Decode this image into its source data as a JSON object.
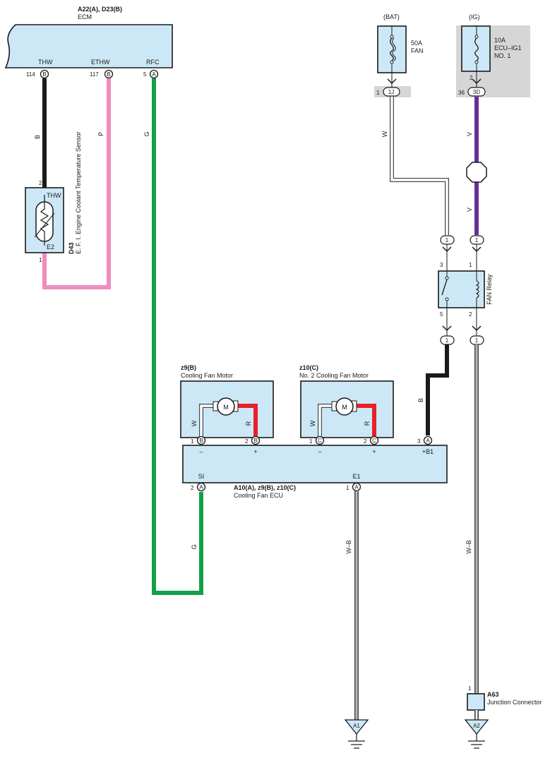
{
  "colors": {
    "component_fill": "#cce8f6",
    "ig_box": "#d6d6d6",
    "wire_B": "#1a1a1a",
    "wire_P": "#f08cc0",
    "wire_G": "#13a04a",
    "wire_V": "#6a2f95",
    "wire_R": "#e8202a",
    "wire_W": "#ffffff"
  },
  "ecm": {
    "ref": "A22(A), D23(B)",
    "name": "ECM",
    "terminals": [
      {
        "num": "114",
        "conn": "B",
        "name": "THW"
      },
      {
        "num": "117",
        "conn": "B",
        "name": "ETHW"
      },
      {
        "num": "5",
        "conn": "A",
        "name": "RFC"
      }
    ]
  },
  "sensor": {
    "ref": "D43",
    "name": "E. F. I.  Engine Coolant Temperature Sensor",
    "pin_top": "THW",
    "pin_bottom": "E2",
    "num_top": "2",
    "num_bottom": "1"
  },
  "fuse_bat": {
    "source": "(BAT)",
    "rating": "50A",
    "name": "FAN",
    "conn_num": "1",
    "conn": "1J"
  },
  "fuse_ig": {
    "source": "(IG)",
    "rating": "10A",
    "name1": "ECU–IG1",
    "name2": "NO. 1",
    "pin": "2",
    "conn_num": "36",
    "conn": "3D"
  },
  "relay": {
    "name": "FAN Relay",
    "p3": "3",
    "p5": "5",
    "p1": "1",
    "p2": "2",
    "splice1": "1"
  },
  "wires": {
    "B": "B",
    "P": "P",
    "G": "G",
    "W": "W",
    "V": "V",
    "R": "R",
    "WB": "W–B"
  },
  "motor1": {
    "ref": "z9(B)",
    "name": "Cooling Fan Motor",
    "symbol": "M"
  },
  "motor2": {
    "ref": "z10(C)",
    "name": "No.  2 Cooling Fan Motor",
    "symbol": "M"
  },
  "ecu": {
    "ref": "A10(A), z9(B), z10(C)",
    "name": "Cooling Fan ECU",
    "pins_top": [
      {
        "num": "1",
        "conn": "B",
        "name": "–"
      },
      {
        "num": "2",
        "conn": "B",
        "name": "+"
      },
      {
        "num": "1",
        "conn": "C",
        "name": "–"
      },
      {
        "num": "2",
        "conn": "C",
        "name": "+"
      },
      {
        "num": "3",
        "conn": "A",
        "name": "+B1"
      }
    ],
    "pins_bottom": [
      {
        "num": "2",
        "conn": "A",
        "name": "SI"
      },
      {
        "num": "1",
        "conn": "A",
        "name": "E1"
      }
    ]
  },
  "junction": {
    "ref": "A63",
    "name": "Junction Connector",
    "pin": "1"
  },
  "grounds": [
    "A1",
    "A2"
  ]
}
